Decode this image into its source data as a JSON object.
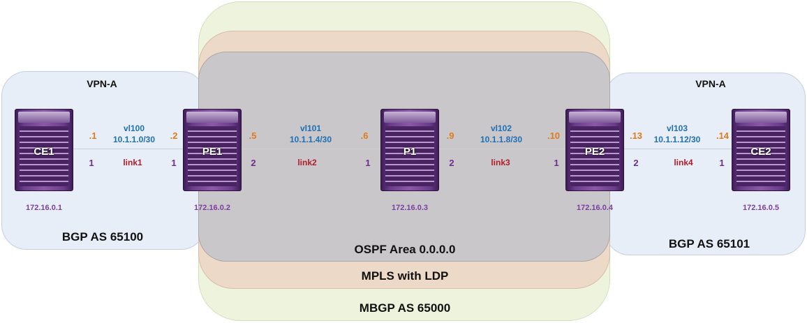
{
  "regions": {
    "vpn_left": {
      "title": "VPN-A",
      "bgp": "BGP AS 65100"
    },
    "vpn_right": {
      "title": "VPN-A",
      "bgp": "BGP AS 65101"
    },
    "mbgp": "MBGP AS 65000",
    "mpls": "MPLS with LDP",
    "ospf": "OSPF Area 0.0.0.0"
  },
  "routers": [
    {
      "name": "CE1",
      "loopback": "172.16.0.1"
    },
    {
      "name": "PE1",
      "loopback": "172.16.0.2"
    },
    {
      "name": "P1",
      "loopback": "172.16.0.3"
    },
    {
      "name": "PE2",
      "loopback": "172.16.0.4"
    },
    {
      "name": "CE2",
      "loopback": "172.16.0.5"
    }
  ],
  "links": [
    {
      "vlan": "vl100",
      "subnet": "10.1.1.0/30",
      "name": "link1",
      "left_ip": ".1",
      "right_ip": ".2",
      "left_port": "1",
      "right_port": "1"
    },
    {
      "vlan": "vl101",
      "subnet": "10.1.1.4/30",
      "name": "link2",
      "left_ip": ".5",
      "right_ip": ".6",
      "left_port": "2",
      "right_port": "1"
    },
    {
      "vlan": "vl102",
      "subnet": "10.1.1.8/30",
      "name": "link3",
      "left_ip": ".9",
      "right_ip": ".10",
      "left_port": "2",
      "right_port": "1"
    },
    {
      "vlan": "vl103",
      "subnet": "10.1.1.12/30",
      "name": "link4",
      "left_ip": ".13",
      "right_ip": ".14",
      "left_port": "2",
      "right_port": "1"
    }
  ],
  "colors": {
    "mbgp_fill": "#eef3dd",
    "mpls_fill": "#ecd9c8",
    "ospf_fill": "#c9c7c9",
    "vpn_fill": "#e8eef7",
    "ip_suffix": "#e07a1a",
    "vlan": "#1f6fb5",
    "link_name": "#b11d2a",
    "port": "#6b2f8f",
    "router": "#6a3a8c"
  }
}
